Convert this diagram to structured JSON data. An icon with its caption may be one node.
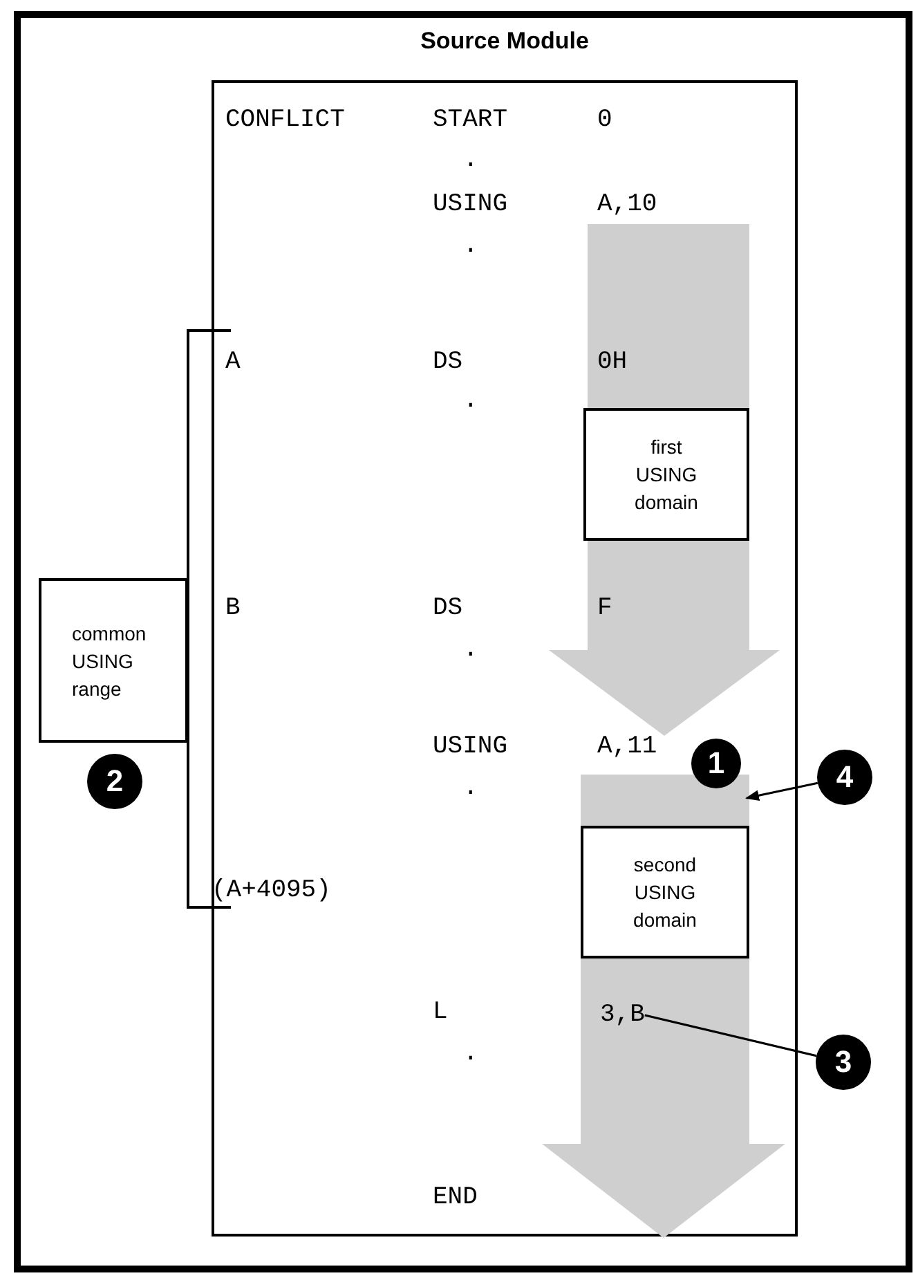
{
  "diagram": {
    "nodes": [
      {
        "text": [
          "Source Module"
        ]
      },
      {
        "text": [],
        "shape": "arrow",
        "in": 0
      },
      {
        "text": [
          "first USING domain"
        ],
        "in": 1
      },
      {
        "text": [
          "1"
        ],
        "in": 0
      },
      {
        "text": [],
        "shape": "arrow",
        "in": 0
      },
      {
        "text": [
          "second USING domain"
        ],
        "in": 4
      },
      {
        "text": [
          "3,B"
        ],
        "in": 4
      },
      {
        "text": [
          "common USING range"
        ]
      },
      {
        "text": [
          "2"
        ]
      },
      {
        "text": [
          "3"
        ]
      },
      {
        "text": [
          "4"
        ]
      }
    ],
    "edges": [
      {
        "from": 9,
        "to": 6,
        "arrow": "none"
      },
      {
        "from": 10,
        "to": 4,
        "arrow": "to"
      }
    ],
    "labels": [
      "CONFLICT",
      "START",
      "0",
      ".",
      "USING",
      "A,10",
      ".",
      "A",
      "DS",
      "0H",
      ".",
      "B",
      "DS",
      "F",
      ".",
      "USING",
      "A,11",
      ".",
      "(A+4095)",
      "L",
      ".",
      "END"
    ]
  }
}
